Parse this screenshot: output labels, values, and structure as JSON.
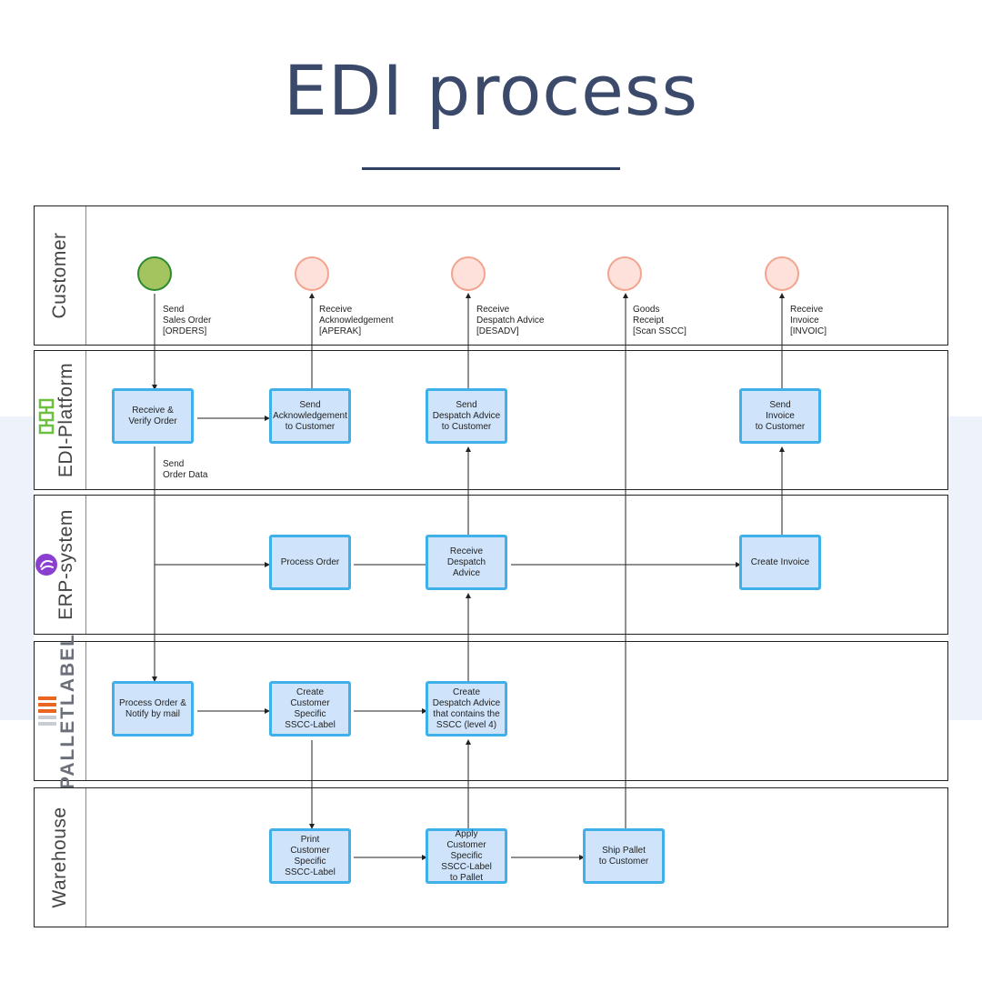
{
  "title": "EDI process",
  "lanes": {
    "customer": "Customer",
    "edi": "EDI-Platform",
    "erp": "ERP-system",
    "palletlabel": "PALLETLABEL",
    "warehouse": "Warehouse"
  },
  "events": {
    "start": "start-event",
    "end_aperak": "end-event",
    "end_desadv": "end-event",
    "end_goods": "end-event",
    "end_invoic": "end-event"
  },
  "notes": {
    "send_sales_order": "Send\nSales Order\n[ORDERS]",
    "receive_ack": "Receive\nAcknowledgement\n[APERAK]",
    "receive_desadv": "Receive\nDespatch Advice\n[DESADV]",
    "goods_receipt": "Goods\nReceipt\n[Scan SSCC]",
    "receive_invoice": "Receive\nInvoice\n[INVOIC]",
    "send_order_data": "Send\nOrder Data"
  },
  "tasks": {
    "receive_verify": "Receive &\nVerify Order",
    "send_ack": "Send\nAcknowledgement\nto Customer",
    "send_desadv": "Send\nDespatch Advice\nto Customer",
    "send_invoice": "Send\nInvoice\nto Customer",
    "process_order": "Process Order",
    "receive_desadv": "Receive Despatch\nAdvice",
    "create_invoice": "Create Invoice",
    "process_notify": "Process Order &\nNotify by mail",
    "create_sscc": "Create\nCustomer Specific\nSSCC-Label",
    "create_desadv": "Create\nDespatch Advice\nthat contains the\nSSCC (level 4)",
    "print_sscc": "Print\nCustomer Specific\nSSCC-Label",
    "apply_sscc": "Apply\nCustomer Specific\nSSCC-Label\nto Pallet",
    "ship_pallet": "Ship Pallet\nto Customer"
  },
  "logos": {
    "edi_platform": "edi-platform-logo",
    "erp_system": "erp-system-logo",
    "palletlabel": "palletlabel-logo"
  },
  "colors": {
    "title": "#3b4a6b",
    "task_fill": "#cfe4fa",
    "task_border": "#3fb0ea",
    "start_fill": "#a3c45e",
    "end_fill": "#fde1da",
    "edi_logo": "#6cbf3f",
    "erp_logo": "#8a3fd1",
    "palletlabel_accent": "#e8661f"
  }
}
